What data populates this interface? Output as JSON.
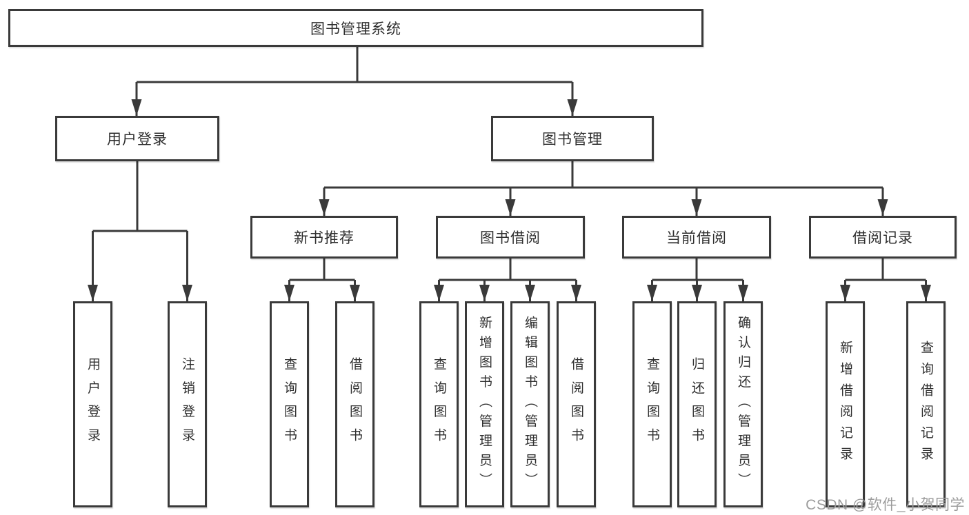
{
  "diagram_type": "hierarchy-tree",
  "tree": {
    "root": {
      "label": "图书管理系统",
      "children": [
        {
          "label": "用户登录",
          "children": [
            {
              "label": "用户登录"
            },
            {
              "label": "注销登录"
            }
          ]
        },
        {
          "label": "图书管理",
          "children": [
            {
              "label": "新书推荐",
              "children": [
                {
                  "label": "查询图书"
                },
                {
                  "label": "借阅图书"
                }
              ]
            },
            {
              "label": "图书借阅",
              "children": [
                {
                  "label": "查询图书"
                },
                {
                  "label": "新增图书（管理员）"
                },
                {
                  "label": "编辑图书（管理员）"
                },
                {
                  "label": "借阅图书"
                }
              ]
            },
            {
              "label": "当前借阅",
              "children": [
                {
                  "label": "查询图书"
                },
                {
                  "label": "归还图书"
                },
                {
                  "label": "确认归还（管理员）"
                }
              ]
            },
            {
              "label": "借阅记录",
              "children": [
                {
                  "label": "新增借阅记录"
                },
                {
                  "label": "查询借阅记录"
                }
              ]
            }
          ]
        }
      ]
    }
  },
  "watermark": {
    "text": "CSDN @软件_小贺同学",
    "color": "#9c9c9c"
  },
  "colors": {
    "line": "#3a3a3a",
    "box_border": "#3a3a3a",
    "text": "#2f2f2f",
    "background": "#ffffff"
  }
}
